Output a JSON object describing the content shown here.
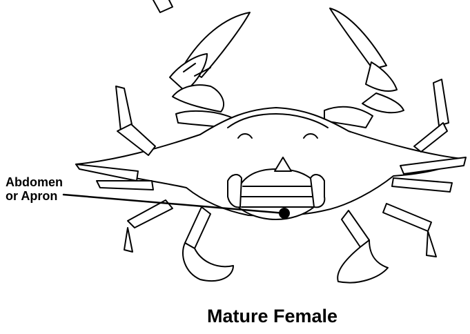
{
  "diagram": {
    "callout": {
      "line1": "Abdomen",
      "line2": "or Apron"
    },
    "caption": "Mature Female",
    "subject_icon": "blue-crab-female-ventral-icon",
    "ink_color": "#000000",
    "background_color": "#ffffff"
  }
}
